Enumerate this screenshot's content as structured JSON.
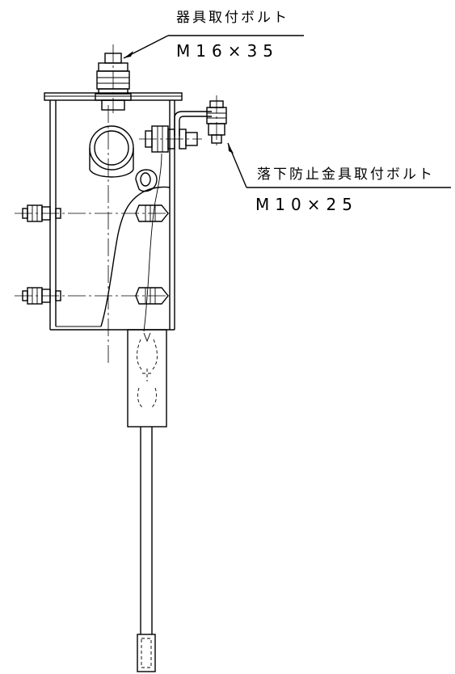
{
  "callouts": {
    "fixture_bolt": {
      "label": "器具取付ボルト",
      "spec": "M16×35"
    },
    "fall_prevention_bolt": {
      "label": "落下防止金具取付ボルト",
      "spec": "M10×25"
    }
  }
}
